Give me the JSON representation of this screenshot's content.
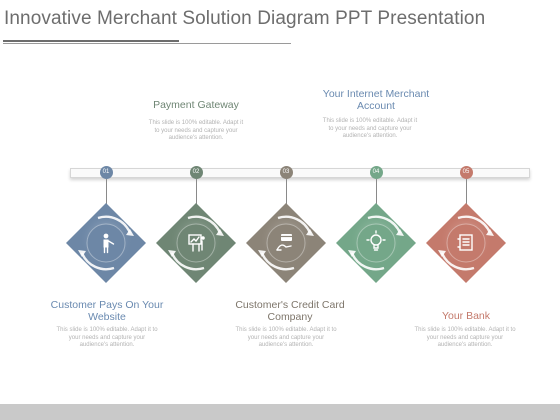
{
  "title": "Innovative Merchant Solution Diagram PPT Presentation",
  "steps": [
    {
      "number": "01",
      "label": "Customer Pays On Your Website",
      "description": "This slide is 100% editable. Adapt it to your needs and capture your audience's attention.",
      "icon": "person-pointing-icon",
      "color": "#6d87a6",
      "label_color": "#6a8ab0"
    },
    {
      "number": "02",
      "label": "Payment Gateway",
      "description": "This slide is 100% editable. Adapt it to your needs and capture your audience's attention.",
      "icon": "presentation-board-icon",
      "color": "#6f8674",
      "label_color": "#6f8674"
    },
    {
      "number": "03",
      "label": "Customer's Credit Card Company",
      "description": "This slide is 100% editable. Adapt it to your needs and capture your audience's attention.",
      "icon": "credit-card-hand-icon",
      "color": "#8c8478",
      "label_color": "#7e766b"
    },
    {
      "number": "04",
      "label": "Your Internet Merchant Account",
      "description": "This slide is 100% editable. Adapt it to your needs and capture your audience's attention.",
      "icon": "lightbulb-icon",
      "color": "#74a789",
      "label_color": "#6a8ab0"
    },
    {
      "number": "05",
      "label": "Your Bank",
      "description": "This slide is 100% editable. Adapt it to your needs and capture your audience's attention.",
      "icon": "document-box-icon",
      "color": "#c47a6c",
      "label_color": "#c47a6c"
    }
  ]
}
